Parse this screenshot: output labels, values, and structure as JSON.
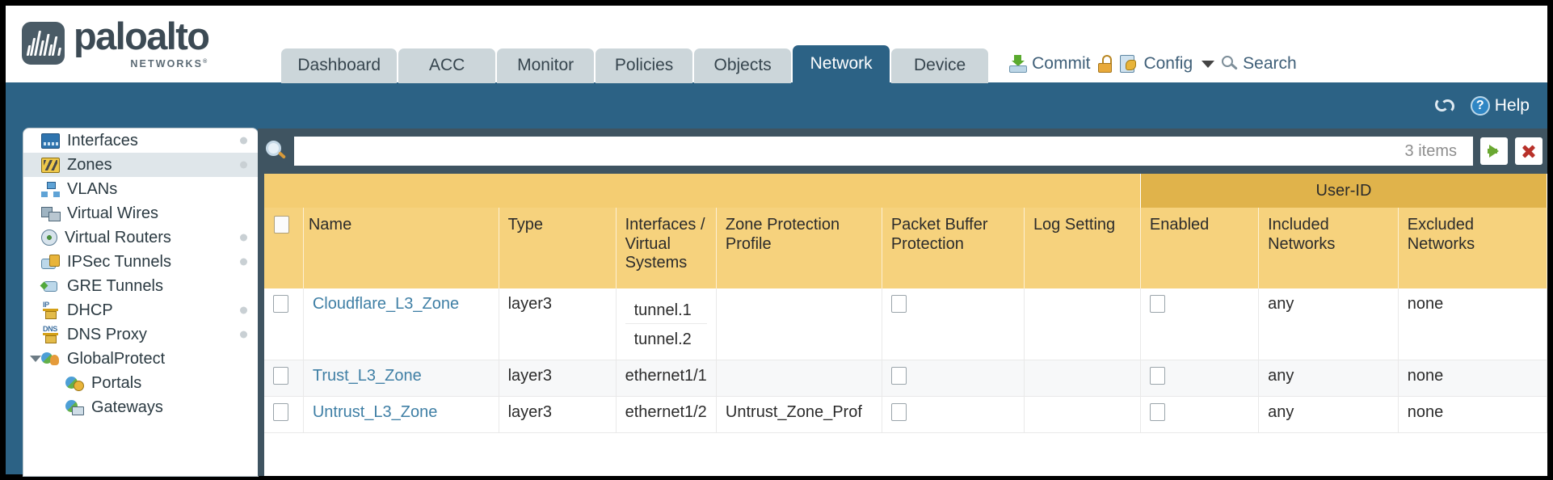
{
  "brand": {
    "name": "paloalto",
    "sub": "NETWORKS",
    "sup": "®"
  },
  "nav": {
    "tabs": [
      {
        "label": "Dashboard",
        "active": false
      },
      {
        "label": "ACC",
        "active": false
      },
      {
        "label": "Monitor",
        "active": false
      },
      {
        "label": "Policies",
        "active": false
      },
      {
        "label": "Objects",
        "active": false
      },
      {
        "label": "Network",
        "active": true
      },
      {
        "label": "Device",
        "active": false
      }
    ],
    "actions": {
      "commit": "Commit",
      "config": "Config",
      "search": "Search"
    }
  },
  "subbar": {
    "help": "Help"
  },
  "sidebar": {
    "items": [
      {
        "label": "Interfaces",
        "icon": "interfaces-icon",
        "selected": false,
        "dot": true,
        "child": false,
        "expander": false
      },
      {
        "label": "Zones",
        "icon": "zones-icon",
        "selected": true,
        "dot": true,
        "child": false,
        "expander": false
      },
      {
        "label": "VLANs",
        "icon": "vlans-icon",
        "selected": false,
        "dot": false,
        "child": false,
        "expander": false
      },
      {
        "label": "Virtual Wires",
        "icon": "virtual-wires-icon",
        "selected": false,
        "dot": false,
        "child": false,
        "expander": false
      },
      {
        "label": "Virtual Routers",
        "icon": "virtual-routers-icon",
        "selected": false,
        "dot": true,
        "child": false,
        "expander": false
      },
      {
        "label": "IPSec Tunnels",
        "icon": "ipsec-tunnels-icon",
        "selected": false,
        "dot": true,
        "child": false,
        "expander": false
      },
      {
        "label": "GRE Tunnels",
        "icon": "gre-tunnels-icon",
        "selected": false,
        "dot": false,
        "child": false,
        "expander": false
      },
      {
        "label": "DHCP",
        "icon": "dhcp-icon",
        "selected": false,
        "dot": true,
        "child": false,
        "expander": false
      },
      {
        "label": "DNS Proxy",
        "icon": "dns-proxy-icon",
        "selected": false,
        "dot": true,
        "child": false,
        "expander": false
      },
      {
        "label": "GlobalProtect",
        "icon": "globalprotect-icon",
        "selected": false,
        "dot": false,
        "child": false,
        "expander": true
      },
      {
        "label": "Portals",
        "icon": "portals-icon",
        "selected": false,
        "dot": false,
        "child": true,
        "expander": false
      },
      {
        "label": "Gateways",
        "icon": "gateways-icon",
        "selected": false,
        "dot": false,
        "child": true,
        "expander": false
      }
    ]
  },
  "toolbar": {
    "search_value": "",
    "search_placeholder": "",
    "items_count": "3 items",
    "apply_label": "apply-filter",
    "clear_label": "clear-filter"
  },
  "table": {
    "group_header": {
      "userid": "User-ID"
    },
    "columns": [
      "Name",
      "Type",
      "Interfaces / Virtual Systems",
      "Zone Protection Profile",
      "Packet Buffer Protection",
      "Log Setting",
      "Enabled",
      "Included Networks",
      "Excluded Networks"
    ],
    "rows": [
      {
        "selected": false,
        "name": "Cloudflare_L3_Zone",
        "type": "layer3",
        "interfaces": [
          "tunnel.1",
          "tunnel.2"
        ],
        "zone_protection_profile": "",
        "packet_buffer_protection": false,
        "log_setting": "",
        "userid_enabled": false,
        "included_networks": "any",
        "excluded_networks": "none"
      },
      {
        "selected": false,
        "name": "Trust_L3_Zone",
        "type": "layer3",
        "interfaces": [
          "ethernet1/1"
        ],
        "zone_protection_profile": "",
        "packet_buffer_protection": false,
        "log_setting": "",
        "userid_enabled": false,
        "included_networks": "any",
        "excluded_networks": "none"
      },
      {
        "selected": false,
        "name": "Untrust_L3_Zone",
        "type": "layer3",
        "interfaces": [
          "ethernet1/2"
        ],
        "zone_protection_profile": "Untrust_Zone_Prof",
        "packet_buffer_protection": false,
        "log_setting": "",
        "userid_enabled": false,
        "included_networks": "any",
        "excluded_networks": "none"
      }
    ]
  },
  "colors": {
    "brand_blue": "#2c6285",
    "header_yellow": "#f6d27d",
    "group_yellow": "#e0b34b",
    "link": "#3f7fa5",
    "panel_dark": "#3f5461"
  }
}
